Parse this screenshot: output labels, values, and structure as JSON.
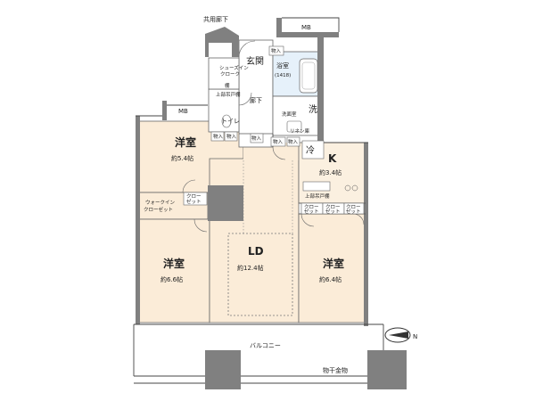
{
  "labels": {
    "corridor": "共用廊下",
    "mb": "MB",
    "entrance": "玄関",
    "hall": "廊下",
    "toilet": "トイレ",
    "bath": "浴室",
    "bath_size": "(1418)",
    "wash": "洗",
    "washroom": "洗面室",
    "storage": "物入",
    "shoes_in": "シューズイン",
    "shoes_in2": "クローク",
    "shoe_rack": "棚",
    "upper_shelf": "上部吊戸棚",
    "fridge": "冷",
    "kitchen": "K",
    "kitchen_size": "約3.4帖",
    "room1": "洋室",
    "room1_size": "約5.4帖",
    "walkin": "ウォークイン",
    "walkin2": "クローゼット",
    "closet": "クロー",
    "closet2": "ゼット",
    "room2": "洋室",
    "room2_size": "約6.6帖",
    "ld": "LD",
    "ld_size": "約12.4帖",
    "room3": "洋室",
    "room3_size": "約6.4帖",
    "balcony": "バルコニー",
    "drying": "物干金物",
    "north": "N",
    "tap_label": "リネン庫"
  },
  "colors": {
    "wall": "#808080",
    "flooring": "#fbecd8",
    "kitchen_floor": "#fbf0e0",
    "water": "#e6f1fa",
    "line": "#444444"
  }
}
